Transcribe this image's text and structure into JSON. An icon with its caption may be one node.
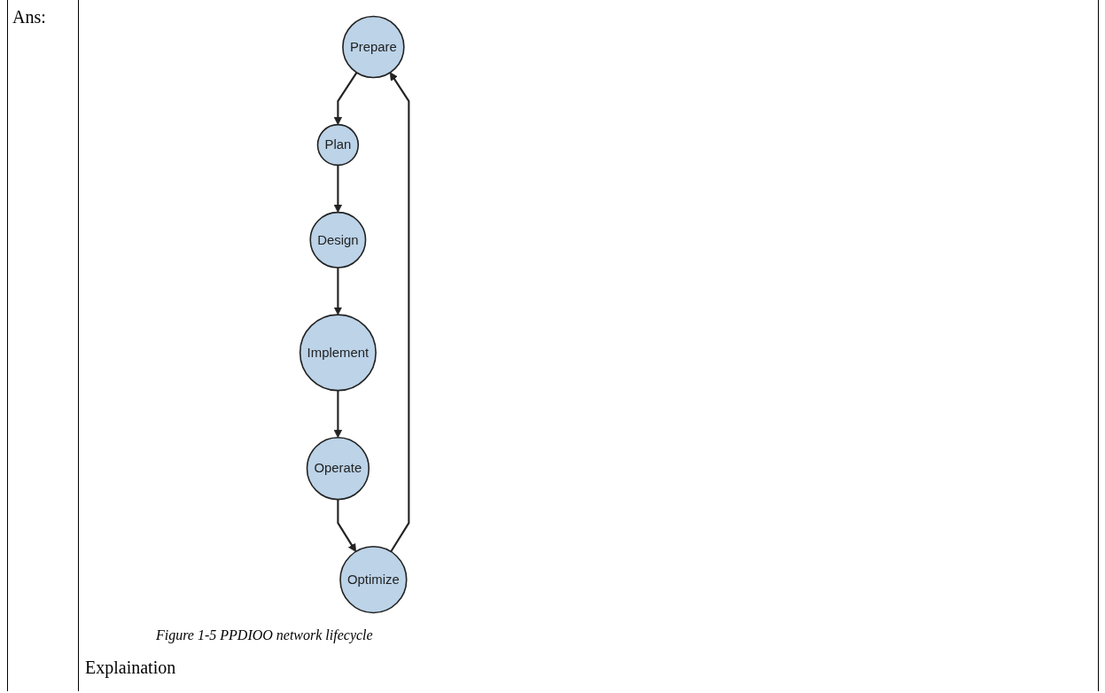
{
  "diagram": {
    "caption": "Figure 1-5 PPDIOO network lifecycle",
    "nodes": [
      {
        "text": [
          "Prepare"
        ]
      },
      {
        "text": [
          "Plan"
        ]
      },
      {
        "text": [
          "Design"
        ]
      },
      {
        "text": [
          "Implement"
        ]
      },
      {
        "text": [
          "Operate"
        ]
      },
      {
        "text": [
          "Optimize"
        ]
      }
    ],
    "edges": [
      {
        "from": 0,
        "to": 1,
        "arrow": "to"
      },
      {
        "from": 1,
        "to": 2,
        "arrow": "to"
      },
      {
        "from": 2,
        "to": 3,
        "arrow": "to"
      },
      {
        "from": 3,
        "to": 4,
        "arrow": "to"
      },
      {
        "from": 4,
        "to": 5,
        "arrow": "to"
      },
      {
        "from": 5,
        "to": 0,
        "arrow": "to"
      }
    ],
    "labels": [
      "Ans:",
      "Explaination"
    ]
  }
}
